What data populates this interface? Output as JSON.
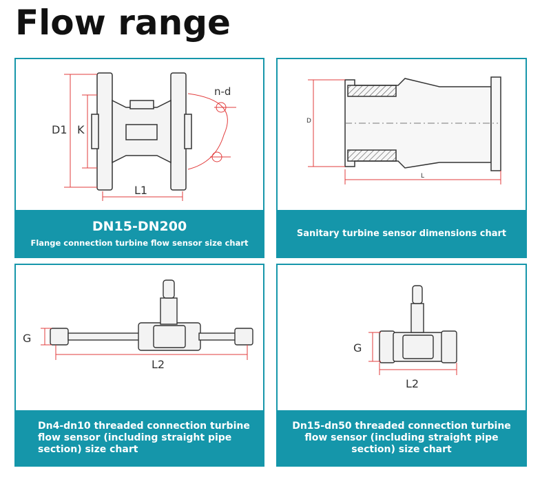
{
  "page": {
    "title": "Flow range"
  },
  "colors": {
    "accent": "#1596aa",
    "dimension_line": "#e23b3b",
    "outline": "#333333"
  },
  "panels": [
    {
      "heading": "DN15-DN200",
      "caption": "Flange connection turbine flow sensor size chart",
      "labels": {
        "d1": "D1",
        "k": "K",
        "l1": "L1",
        "nd": "n-d"
      }
    },
    {
      "caption": "Sanitary turbine sensor dimensions chart",
      "labels": {
        "d": "D",
        "l": "L"
      }
    },
    {
      "caption_lines": [
        "Dn4-dn10 threaded connection turbine",
        "flow sensor (including straight pipe",
        "section) size chart"
      ],
      "labels": {
        "g": "G",
        "l2": "L2"
      }
    },
    {
      "caption_lines": [
        "Dn15-dn50 threaded connection turbine",
        "flow sensor (including straight pipe",
        "section) size chart"
      ],
      "labels": {
        "g": "G",
        "l2": "L2"
      }
    }
  ]
}
